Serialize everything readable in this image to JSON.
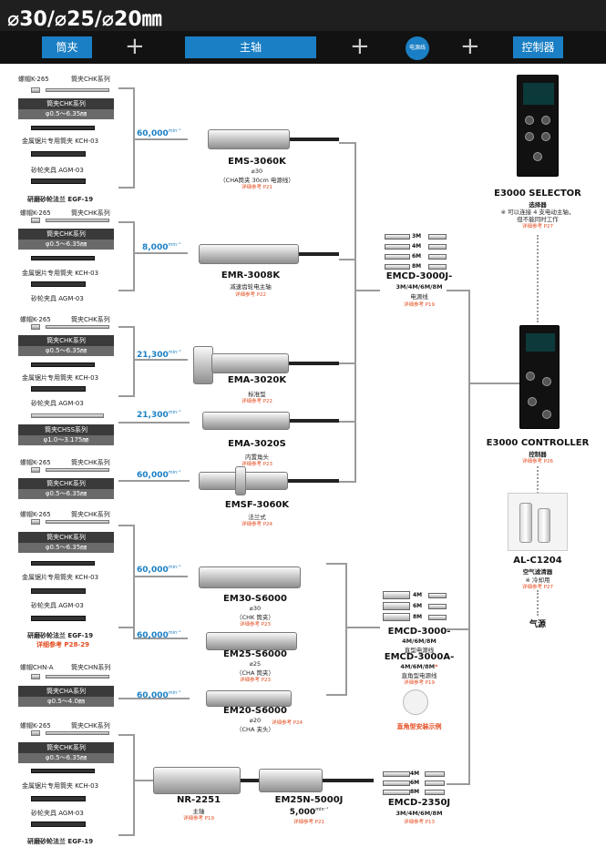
{
  "header": {
    "title": "⌀30/⌀25/⌀20㎜"
  },
  "tabs": [
    {
      "label": "筒夹"
    },
    {
      "label": "主轴"
    },
    {
      "label": "电源线"
    },
    {
      "label": "控制器"
    }
  ],
  "groups": [
    {
      "cap_nut": "螺帽K-265",
      "collet_series": "筒夹CHK系列",
      "collet_cap": "筒夹CHK系列",
      "collet_range": "φ0.5～6.35㎜",
      "rows": [
        {
          "text": "金属锯片专用筒夹 KCH-03"
        },
        {
          "text": "砂轮夹具 AGM-03"
        },
        {
          "text": "研磨砂轮法兰 EGF-19"
        }
      ]
    },
    {
      "cap_nut": "螺帽K-265",
      "collet_series": "筒夹CHK系列",
      "collet_cap": "筒夹CHK系列",
      "collet_range": "φ0.5～6.35㎜",
      "rows": [
        {
          "text": "金属锯片专用筒夹 KCH-03"
        },
        {
          "text": "砂轮夹具 AGM-03"
        }
      ]
    },
    {
      "cap_nut": "螺帽K-265",
      "collet_series": "筒夹CHK系列",
      "collet_cap": "筒夹CHK系列",
      "collet_range": "φ0.5～6.35㎜",
      "rows": [
        {
          "text": "金属锯片专用筒夹 KCH-03"
        },
        {
          "text": "砂轮夹具 AGM-03"
        }
      ],
      "extra_cap": "筒夹CHSS系列",
      "extra_range": "φ1.0～3.175㎜"
    },
    {
      "cap_nut": "螺帽K-265",
      "collet_series": "筒夹CHK系列",
      "collet_cap": "筒夹CHK系列",
      "collet_range": "φ0.5～6.35㎜",
      "rows": []
    },
    {
      "cap_nut": "螺帽K-265",
      "collet_series": "筒夹CHK系列",
      "collet_cap": "筒夹CHK系列",
      "collet_range": "φ0.5～6.35㎜",
      "rows": [
        {
          "text": "金属锯片专用筒夹 KCH-03"
        },
        {
          "text": "砂轮夹具 AGM-03"
        },
        {
          "text": "研磨砂轮法兰 EGF-19"
        }
      ],
      "ref": "详细参考 P28-29"
    },
    {
      "cap_nut": "螺帽CHN-A",
      "collet_series": "筒夹CHN系列",
      "collet_cap": "筒夹CHA系列",
      "collet_range": "φ0.5～4.0㎜",
      "rows": []
    },
    {
      "cap_nut": "螺帽K-265",
      "collet_series": "筒夹CHK系列",
      "collet_cap": "筒夹CHK系列",
      "collet_range": "φ0.5～6.35㎜",
      "rows": [
        {
          "text": "金属锯片专用筒夹 KCH-03"
        },
        {
          "text": "砂轮夹具 AGM-03"
        },
        {
          "text": "研磨砂轮法兰 EGF-19"
        }
      ]
    }
  ],
  "spindles": [
    {
      "speed": "60,000",
      "unit": "min⁻¹",
      "model": "EMS-3060K",
      "sub1": "⌀30",
      "sub2": "（CHA筒夹 30cm 电源线）",
      "ref": "详细参考 P21"
    },
    {
      "speed": "8,000",
      "unit": "min⁻¹",
      "model": "EMR-3008K",
      "sub1": "减速齿轮电主轴",
      "sub2": "",
      "ref": "详细参考 P22"
    },
    {
      "speed": "21,300",
      "unit": "min⁻¹",
      "model": "EMA-3020K",
      "sub1": "标准型",
      "sub2": "",
      "ref": "详细参考 P22"
    },
    {
      "speed": "21,300",
      "unit": "min⁻¹",
      "model": "EMA-3020S",
      "sub1": "内置角头",
      "sub2": "",
      "ref": "详细参考 P23"
    },
    {
      "speed": "60,000",
      "unit": "min⁻¹",
      "model": "EMSF-3060K",
      "sub1": "法兰式",
      "sub2": "",
      "ref": "详细参考 P24"
    },
    {
      "speed": "60,000",
      "unit": "min⁻¹",
      "model": "EM30-S6000",
      "sub1": "⌀30",
      "sub2": "（CHK 筒夹）",
      "ref": "详细参考 P23"
    },
    {
      "speed": "60,000",
      "unit": "min⁻¹",
      "model": "EM25-S6000",
      "sub1": "⌀25",
      "sub2": "（CHA 筒夹）",
      "ref": "详细参考 P23"
    },
    {
      "speed": "60,000",
      "unit": "min⁻¹",
      "model": "EM20-S6000",
      "sub1": "⌀20",
      "sub2": "（CHA 夹头）",
      "ref": "详细参考 P24"
    }
  ],
  "bottom_units": [
    {
      "model": "NR-2251",
      "sub": "主轴",
      "ref": "详细参考 P19"
    },
    {
      "model": "EM25N-5000J",
      "speed": "5,000",
      "unit": "min⁻¹",
      "ref": "详细参考 P21"
    }
  ],
  "cables": [
    {
      "lengths": [
        "3M",
        "4M",
        "6M",
        "8M"
      ],
      "model": "EMCD-3000J-",
      "sub": "3M/4M/6M/8M",
      "sub2": "电源线",
      "ref": "详细参考 P19"
    },
    {
      "lengths": [
        "4M",
        "6M",
        "8M"
      ],
      "model": "EMCD-3000-",
      "sub": "4M/6M/8M",
      "sub2": "直型电源线",
      "model2": "EMCD-3000A-",
      "sub3": "4M/6M/8M",
      "sub3_mark": "*",
      "sub4": "直角型电源线",
      "ref": "详细参考 P19",
      "note": "直角型安装示例"
    },
    {
      "lengths": [
        "4M",
        "6M",
        "8M"
      ],
      "model": "EMCD-2350J",
      "sub": "3M/4M/6M/8M",
      "ref": "详细参考 P13"
    }
  ],
  "controllers": [
    {
      "model": "E3000 SELECTOR",
      "sub": "选择器",
      "note": "※ 可以连接 4 支电动主轴，",
      "note2": "但不能同时工作",
      "ref": "详细参考 P27"
    },
    {
      "model": "E3000 CONTROLLER",
      "sub": "控制器",
      "ref": "详细参考 P26"
    },
    {
      "model": "AL-C1204",
      "sub": "空气滤清器",
      "note": "※ 冷却用",
      "ref": "详细参考 P27"
    },
    {
      "label": "气源"
    }
  ],
  "colors": {
    "accent": "#1a7fc4",
    "ref": "#e34b1e",
    "header": "#1f1f1f"
  }
}
